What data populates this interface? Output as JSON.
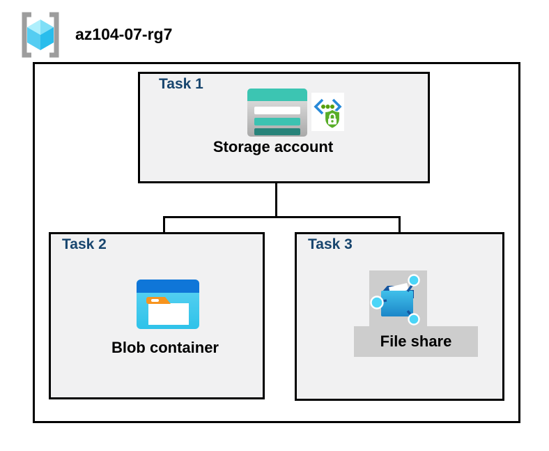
{
  "header": {
    "icon": "resource-group-icon",
    "title": "az104-07-rg7"
  },
  "diagram": {
    "tasks": [
      {
        "label": "Task 1",
        "resource": "Storage account",
        "icons": [
          "storage-account-icon",
          "shared-access-signature-icon"
        ]
      },
      {
        "label": "Task 2",
        "resource": "Blob container",
        "icons": [
          "blob-container-icon"
        ]
      },
      {
        "label": "Task 3",
        "resource": "File share",
        "icons": [
          "file-share-icon"
        ]
      }
    ],
    "connections": [
      {
        "from": "Storage account",
        "to": "Blob container"
      },
      {
        "from": "Storage account",
        "to": "File share"
      }
    ],
    "colors": {
      "task_label": "#17456e",
      "box_fill": "#f1f1f2",
      "box_border": "#000000",
      "storage_teal": "#3cc5b2",
      "storage_teal_dark": "#27837a",
      "azure_blue": "#0f76d8",
      "container_cyan": "#3cc7ec",
      "folder_tab_orange": "#f7941e",
      "fileshare_navy": "#15559e",
      "node_cyan": "#4bd5f7",
      "sas_green": "#58ad28",
      "sas_bracket_blue": "#2789d8",
      "highlight_gray": "#cdcdcd",
      "cube_blue": "#45c8f0",
      "bracket_gray": "#9d9d9d"
    }
  }
}
